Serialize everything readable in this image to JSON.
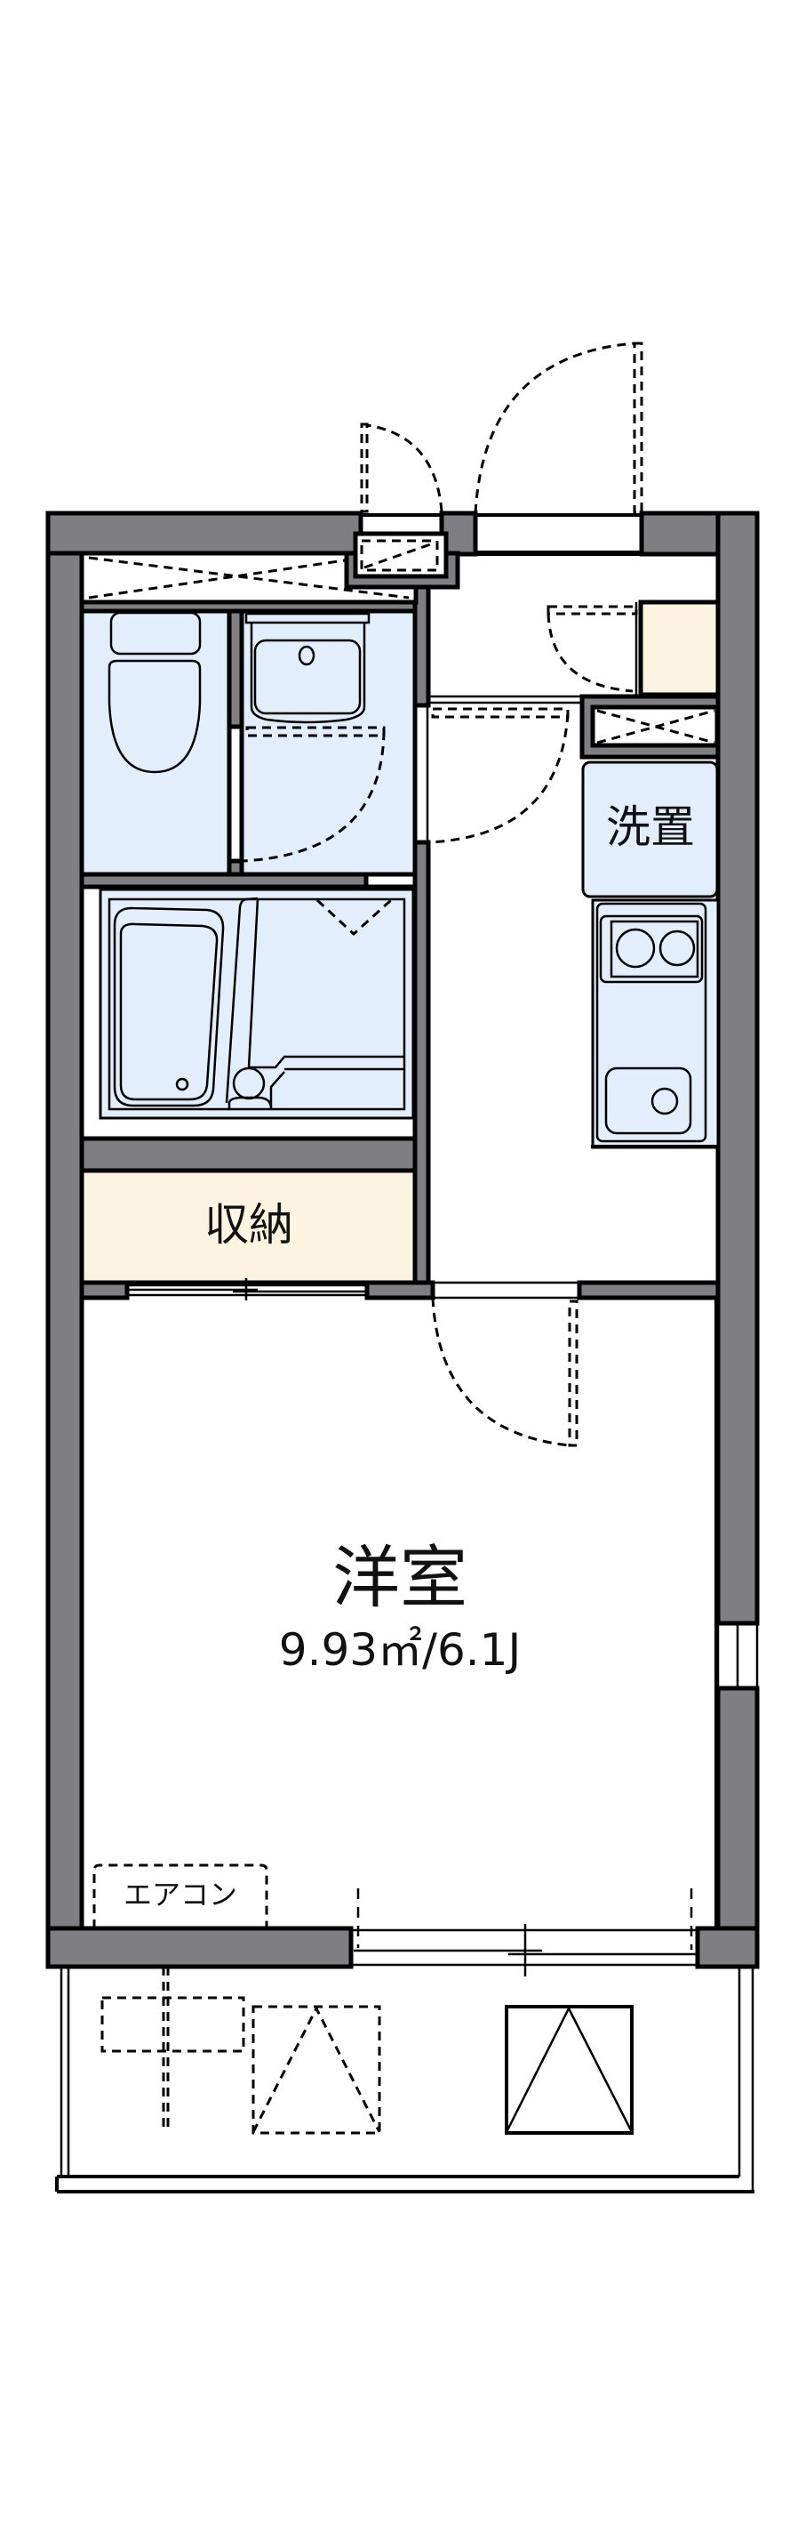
{
  "floorplan": {
    "rooms": {
      "western_room": {
        "label": "洋室",
        "area": "9.93㎡/6.1J"
      },
      "storage": {
        "label": "収納"
      },
      "washer_space": {
        "label": "洗置"
      },
      "aircon": {
        "label": "エアコン"
      }
    },
    "colors": {
      "wall": "#7f7f83",
      "wet_area": "#e2eefc",
      "storage": "#fdf3e1",
      "line": "#000000",
      "background": "#ffffff"
    }
  }
}
